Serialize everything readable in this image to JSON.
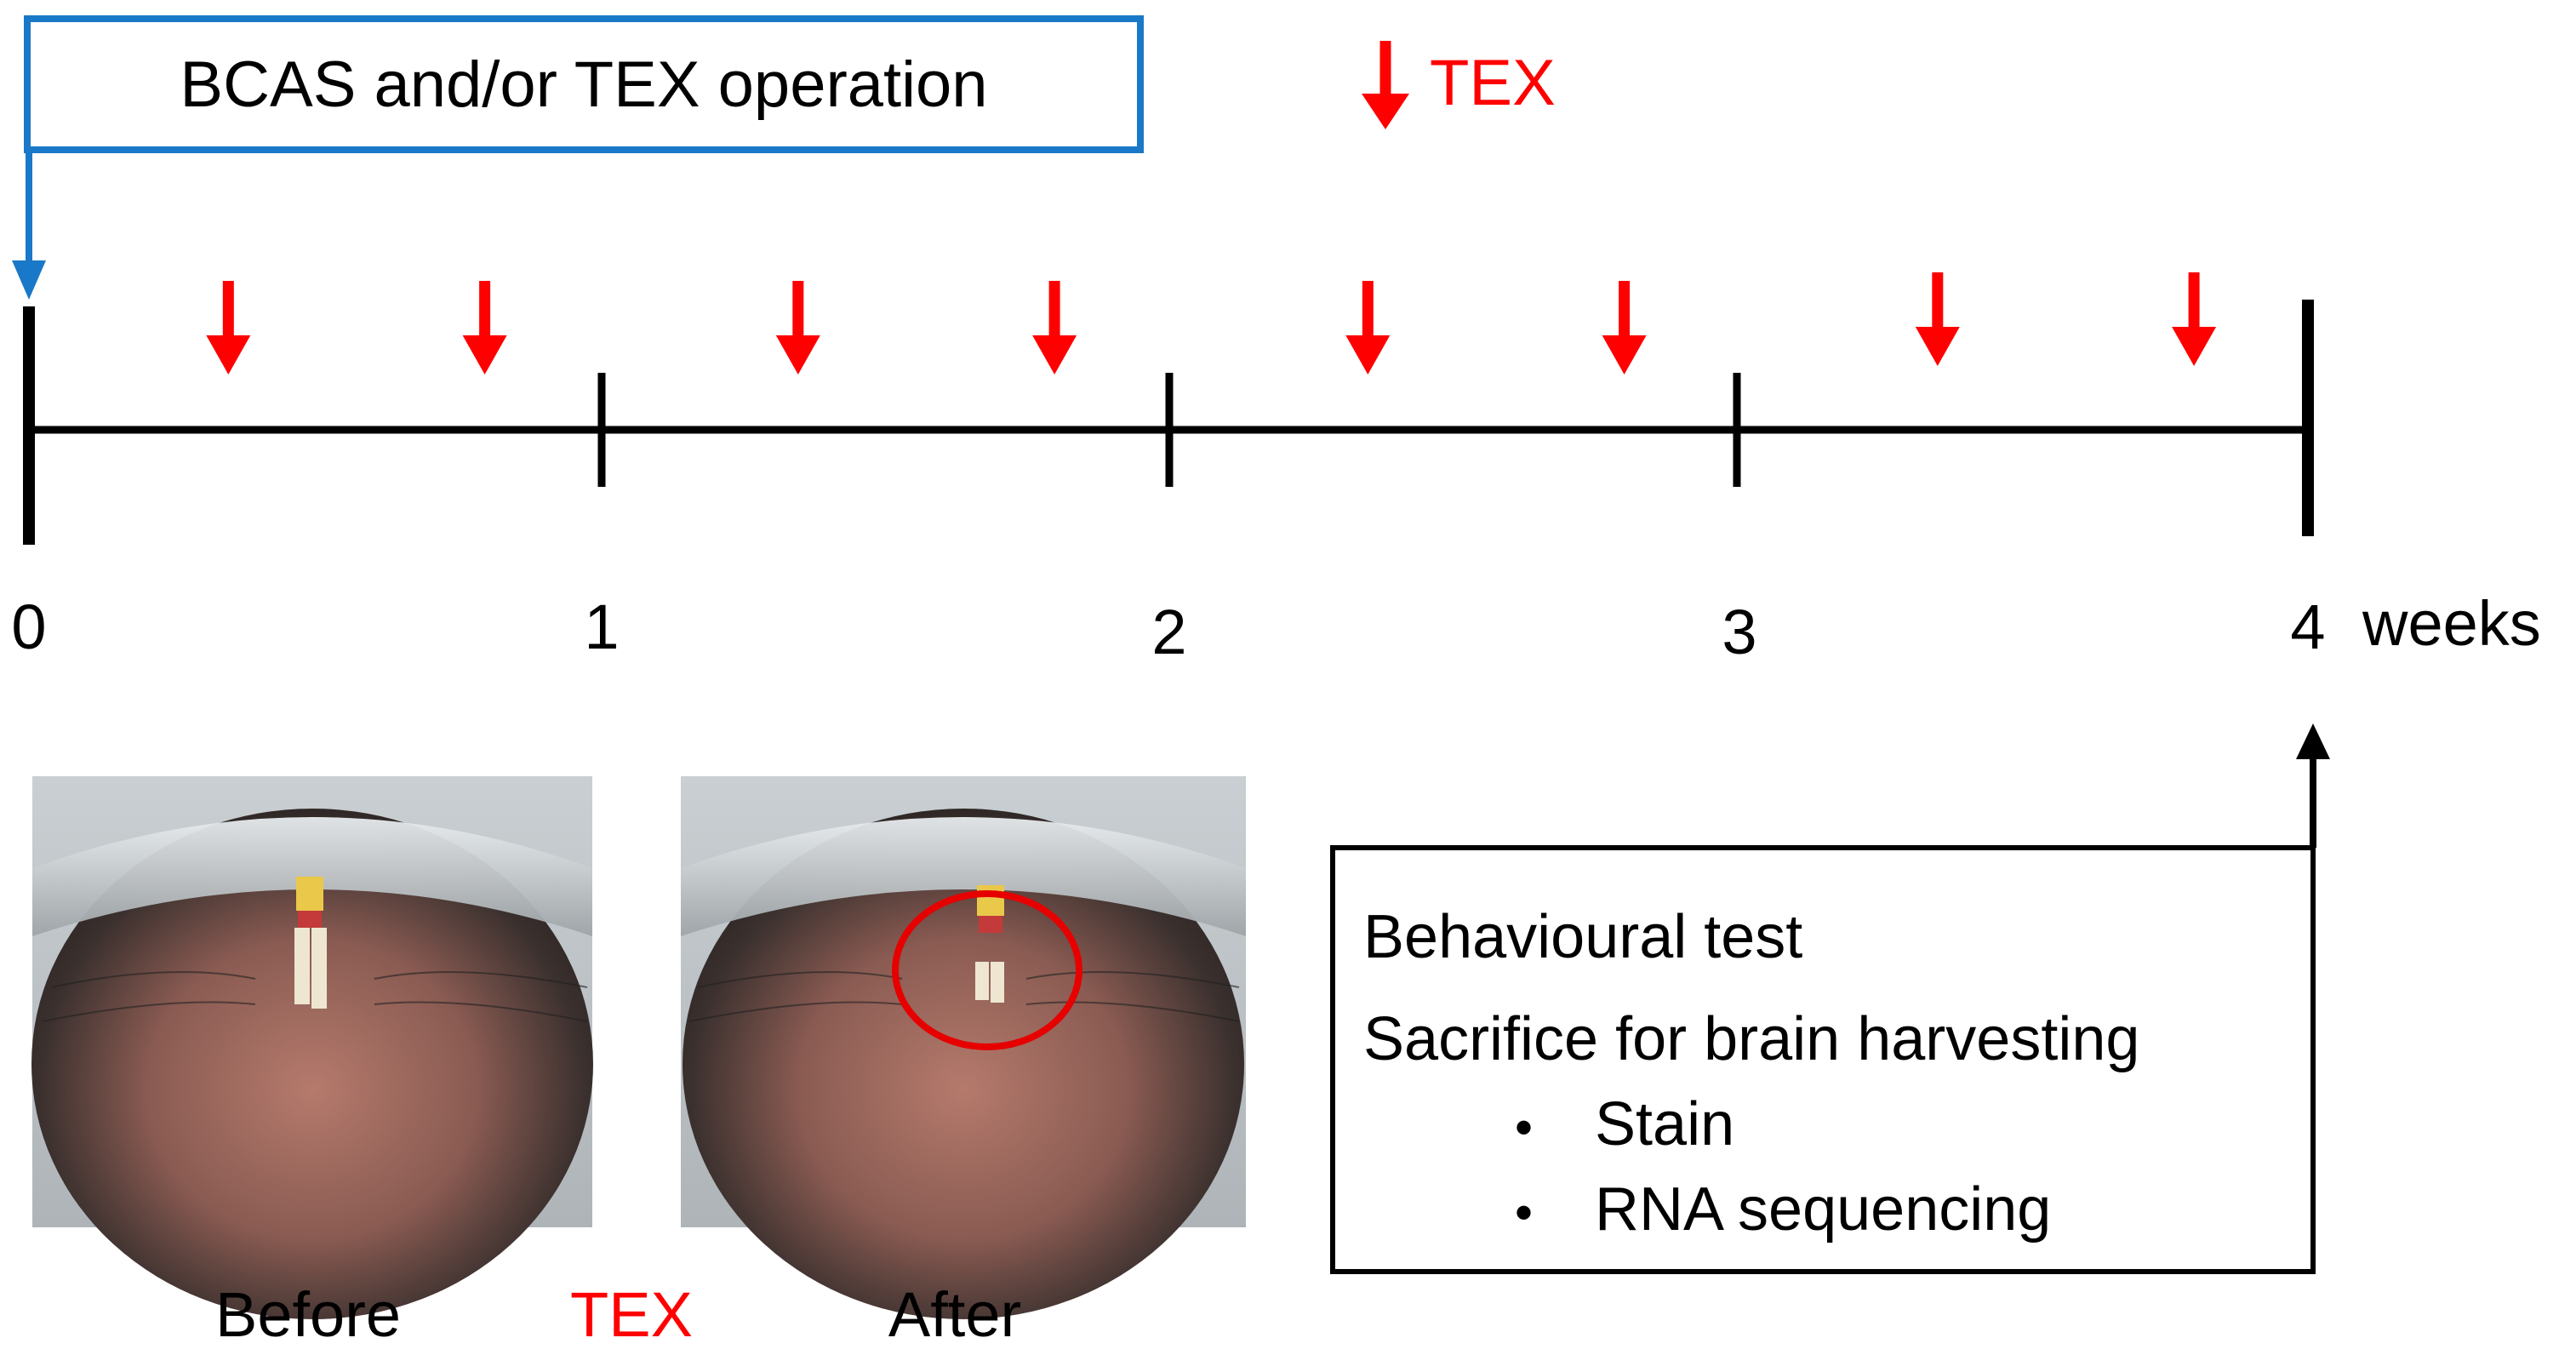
{
  "header": {
    "operation_box_label": "BCAS and/or TEX operation",
    "legend_tex_label": "TEX"
  },
  "timeline": {
    "tick_labels": [
      "0",
      "1",
      "2",
      "3",
      "4"
    ],
    "unit_label": "weeks",
    "tex_arrow_count": 8,
    "colors": {
      "axis": "#000000",
      "tex_arrow": "#ff0000",
      "operation": "#1a78c8"
    }
  },
  "photos": {
    "before_label": "Before",
    "tex_label": "TEX",
    "after_label": "After"
  },
  "endpoint_box": {
    "line1": "Behavioural test",
    "line2": "Sacrifice for brain harvesting",
    "bullet_char": "•",
    "bullets": [
      "Stain",
      "RNA sequencing"
    ]
  }
}
